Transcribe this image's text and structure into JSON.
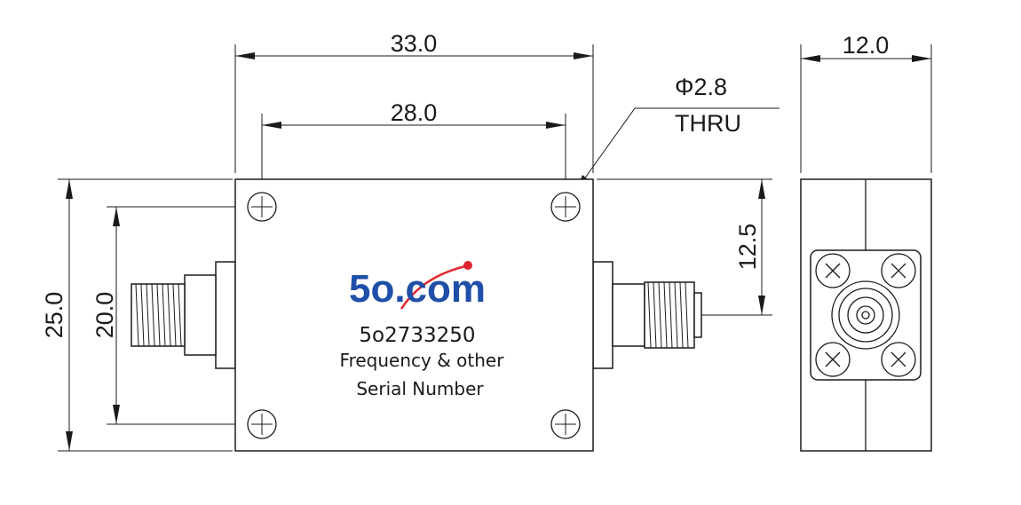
{
  "dimensions": {
    "overall_length": "33.0",
    "hole_spacing_x": "28.0",
    "overall_height": "25.0",
    "hole_spacing_y": "20.0",
    "connector_center_height": "12.5",
    "side_width": "12.0",
    "hole_diameter": "Φ2.8",
    "hole_type": "THRU"
  },
  "label": {
    "logo_text": "5o.com",
    "part_number": "5o2733250",
    "line1": "Frequency & other",
    "line2": "Serial Number"
  },
  "colors": {
    "logo_blue": "#1f4fa8",
    "logo_red": "#e0262d",
    "line": "#1a1a1a"
  },
  "icons": [
    "mounting-hole-icon",
    "connector-icon",
    "screw-icon"
  ]
}
